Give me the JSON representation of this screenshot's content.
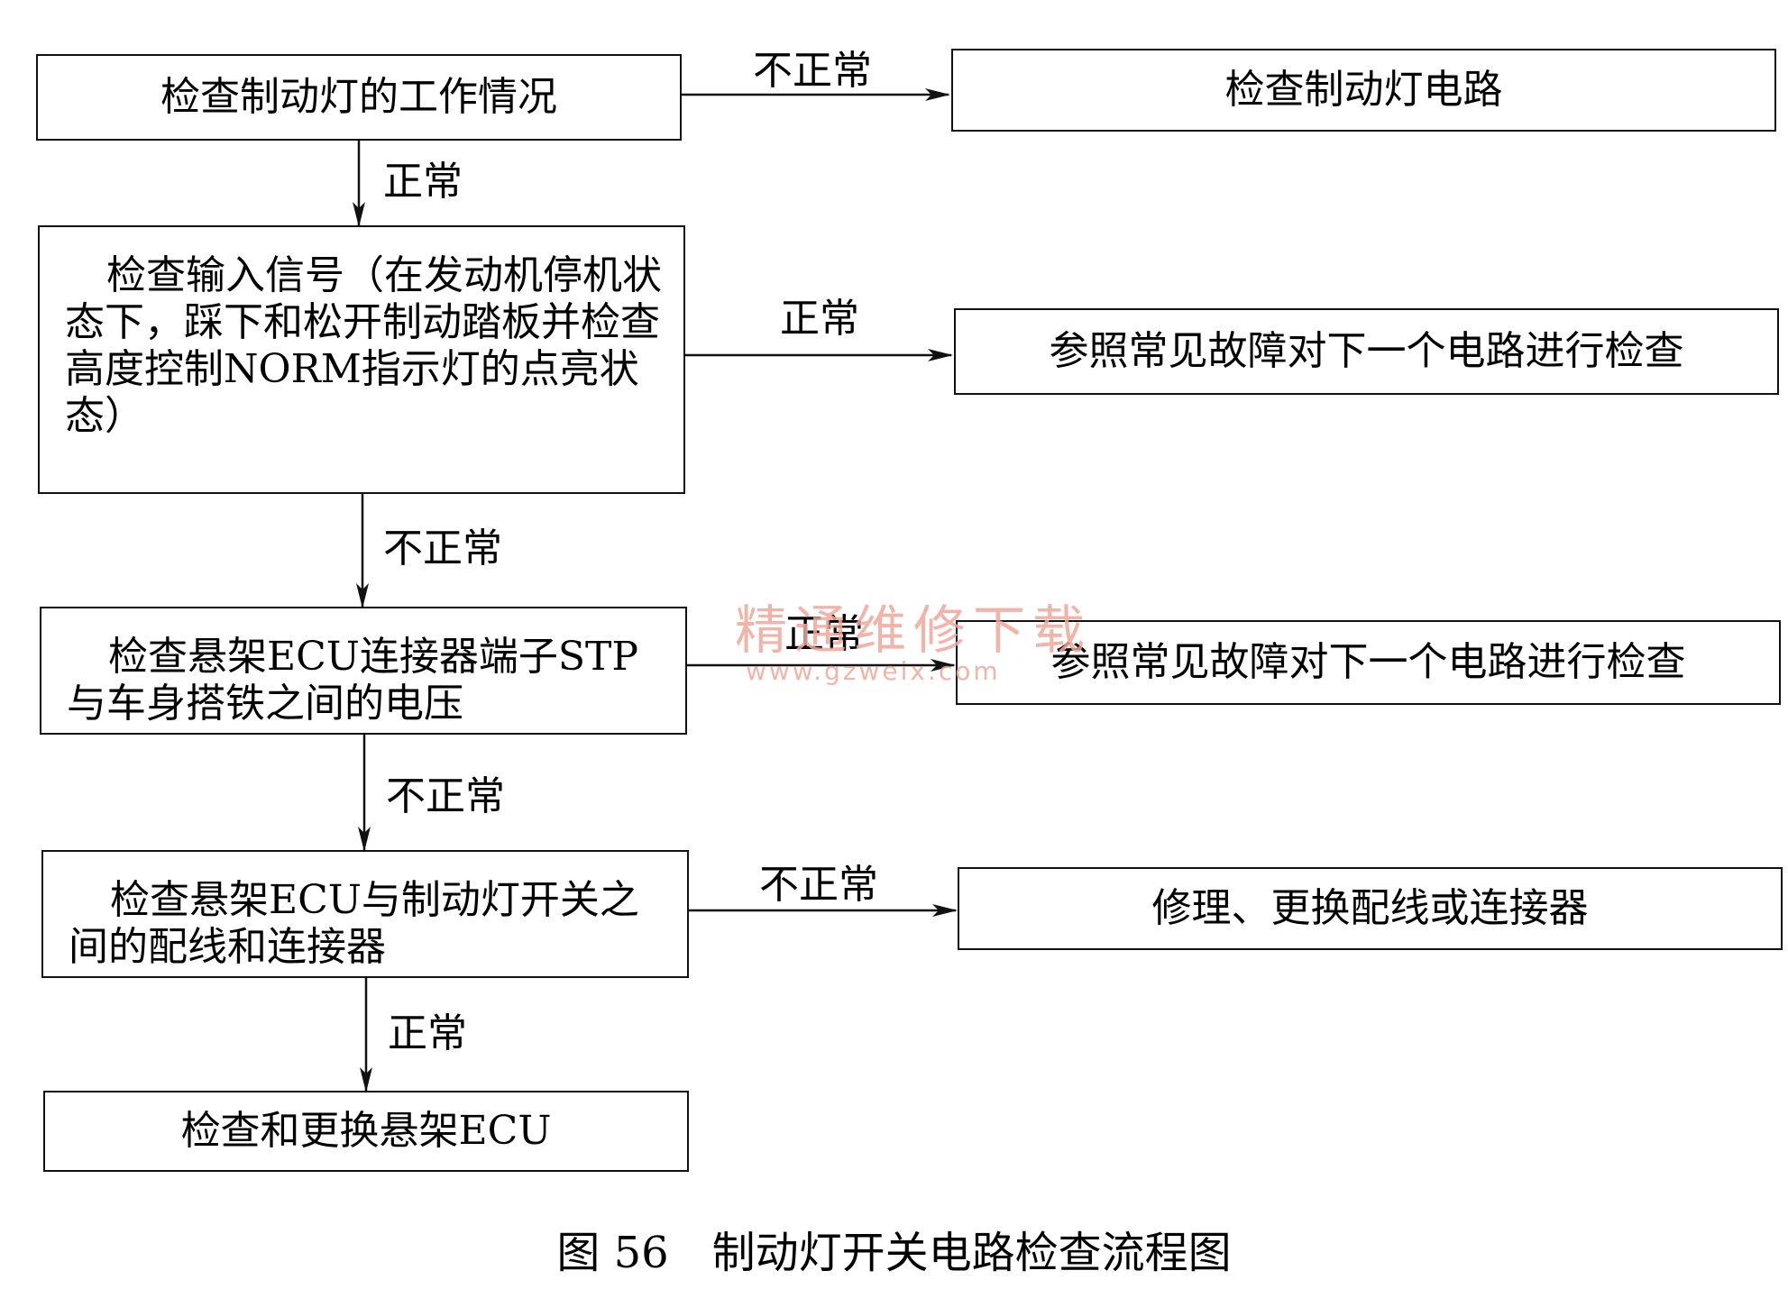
{
  "nodes": {
    "check_brake_light_operation": "检查制动灯的工作情况",
    "check_brake_light_circuit": "检查制动灯电路",
    "check_input_signal": "检查输入信号（在发动机停机状态下，踩下和松开制动踏板并检查高度控制NORM指示灯的点亮状态）",
    "refer_common_faults_1": "参照常见故障对下一个电路进行检查",
    "check_stp_voltage": "检查悬架ECU连接器端子STP与车身搭铁之间的电压",
    "refer_common_faults_2": "参照常见故障对下一个电路进行检查",
    "check_wiring_connector": "检查悬架ECU与制动灯开关之间的配线和连接器",
    "repair_replace_wiring": "修理、更换配线或连接器",
    "check_replace_ecu": "检查和更换悬架ECU"
  },
  "edges": {
    "e1": "不正常",
    "e2": "正常",
    "e3": "正常",
    "e4": "不正常",
    "e5": "正常",
    "e6": "不正常",
    "e7": "不正常",
    "e8": "正常"
  },
  "watermark": {
    "line1": "精通维修下载",
    "line2": "www.gzweix.com"
  },
  "caption": {
    "figure_no": "图 56",
    "title": "制动灯开关电路检查流程图"
  }
}
